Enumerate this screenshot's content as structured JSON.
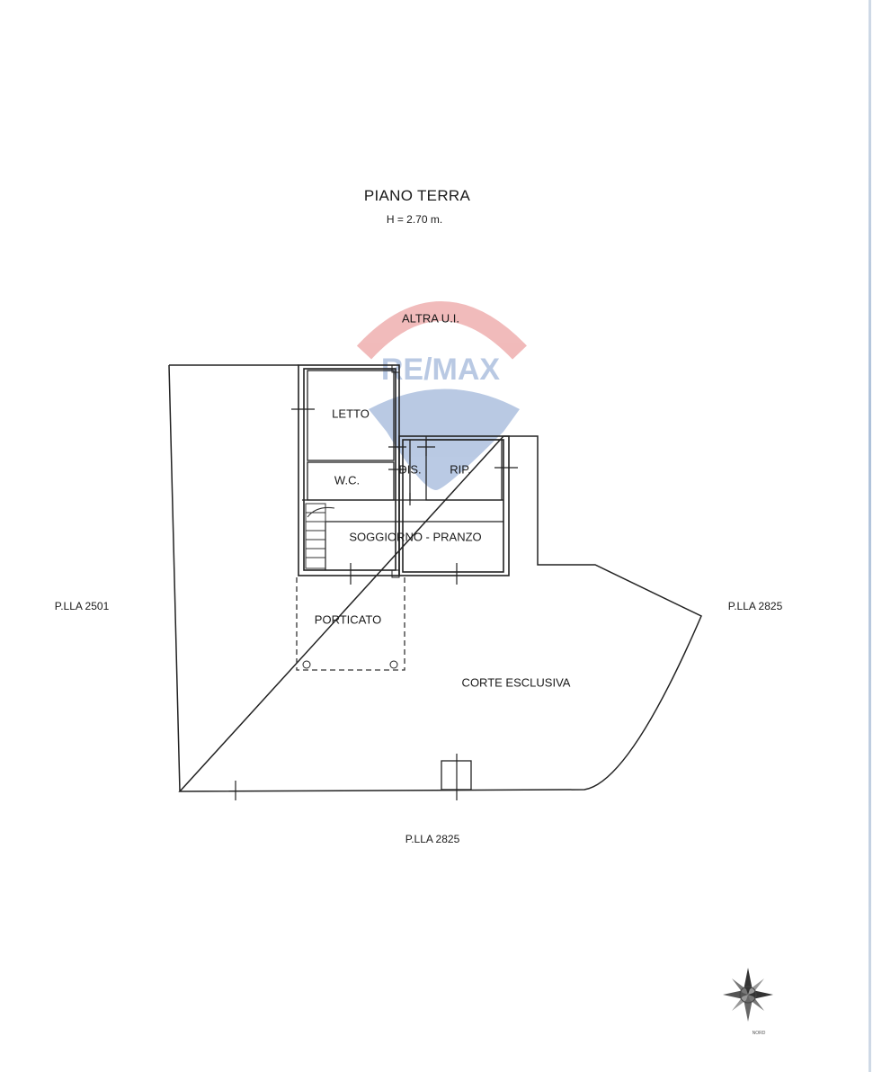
{
  "header": {
    "title": "PIANO TERRA",
    "height_note": "H = 2.70 m."
  },
  "watermark": {
    "brand_text": "RE/MAX",
    "colors": {
      "red": "#d83b3b",
      "blue": "#3a67b2"
    }
  },
  "rooms": {
    "altra": "ALTRA U.I.",
    "letto": "LETTO",
    "wc": "W.C.",
    "dis": "DIS.",
    "rip": "RIP.",
    "soggiorno": "SOGGIORNO - PRANZO",
    "porticato": "PORTICATO",
    "corte": "CORTE ESCLUSIVA"
  },
  "parcels": {
    "left": "P.LLA 2501",
    "right": "P.LLA 2825",
    "bottom": "P.LLA 2825"
  },
  "compass": {
    "icon": "compass-rose-icon",
    "caption": "NORD"
  }
}
